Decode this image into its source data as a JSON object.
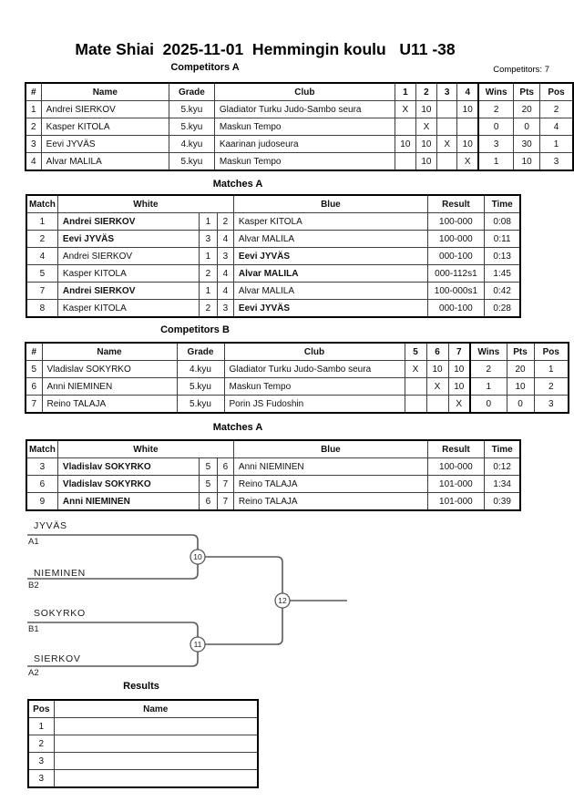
{
  "page_title": "Mate Shiai  2025-11-01  Hemmingin koulu   U11 -38",
  "competitors_count_label": "Competitors: 7",
  "colors": {
    "ink": "#000000",
    "bracket_line": "#5a5a5a"
  },
  "compA": {
    "title": "Competitors A",
    "columns": [
      "#",
      "Name",
      "Grade",
      "Club",
      "1",
      "2",
      "3",
      "4",
      "Wins",
      "Pts",
      "Pos"
    ],
    "rows": [
      {
        "num": "1",
        "name": "Andrei SIERKOV",
        "grade": "5.kyu",
        "club": "Gladiator Turku Judo-Sambo seura",
        "c1": "X",
        "c2": "10",
        "c3": "",
        "c4": "10",
        "wins": "2",
        "pts": "20",
        "pos": "2"
      },
      {
        "num": "2",
        "name": "Kasper KITOLA",
        "grade": "5.kyu",
        "club": "Maskun Tempo",
        "c1": "",
        "c2": "X",
        "c3": "",
        "c4": "",
        "wins": "0",
        "pts": "0",
        "pos": "4"
      },
      {
        "num": "3",
        "name": "Eevi JYVÄS",
        "grade": "4.kyu",
        "club": "Kaarinan judoseura",
        "c1": "10",
        "c2": "10",
        "c3": "X",
        "c4": "10",
        "wins": "3",
        "pts": "30",
        "pos": "1"
      },
      {
        "num": "4",
        "name": "Alvar MALILA",
        "grade": "5.kyu",
        "club": "Maskun Tempo",
        "c1": "",
        "c2": "10",
        "c3": "",
        "c4": "X",
        "wins": "1",
        "pts": "10",
        "pos": "3"
      }
    ]
  },
  "matchesA": {
    "title": "Matches A",
    "columns": [
      "Match",
      "White",
      "Blue",
      "Result",
      "Time"
    ],
    "rows": [
      {
        "match": "1",
        "white": "Andrei SIERKOV",
        "white_bold": true,
        "wn": "1",
        "bn": "2",
        "blue": "Kasper KITOLA",
        "blue_bold": false,
        "result": "100-000",
        "time": "0:08"
      },
      {
        "match": "2",
        "white": "Eevi JYVÄS",
        "white_bold": true,
        "wn": "3",
        "bn": "4",
        "blue": "Alvar MALILA",
        "blue_bold": false,
        "result": "100-000",
        "time": "0:11"
      },
      {
        "match": "4",
        "white": "Andrei SIERKOV",
        "white_bold": false,
        "wn": "1",
        "bn": "3",
        "blue": "Eevi JYVÄS",
        "blue_bold": true,
        "result": "000-100",
        "time": "0:13"
      },
      {
        "match": "5",
        "white": "Kasper KITOLA",
        "white_bold": false,
        "wn": "2",
        "bn": "4",
        "blue": "Alvar MALILA",
        "blue_bold": true,
        "result": "000-112s1",
        "time": "1:45"
      },
      {
        "match": "7",
        "white": "Andrei SIERKOV",
        "white_bold": true,
        "wn": "1",
        "bn": "4",
        "blue": "Alvar MALILA",
        "blue_bold": false,
        "result": "100-000s1",
        "time": "0:42"
      },
      {
        "match": "8",
        "white": "Kasper KITOLA",
        "white_bold": false,
        "wn": "2",
        "bn": "3",
        "blue": "Eevi JYVÄS",
        "blue_bold": true,
        "result": "000-100",
        "time": "0:28"
      }
    ]
  },
  "compB": {
    "title": "Competitors B",
    "columns": [
      "#",
      "Name",
      "Grade",
      "Club",
      "5",
      "6",
      "7",
      "Wins",
      "Pts",
      "Pos"
    ],
    "rows": [
      {
        "num": "5",
        "name": "Vladislav SOKYRKO",
        "grade": "4.kyu",
        "club": "Gladiator Turku Judo-Sambo seura",
        "c1": "X",
        "c2": "10",
        "c3": "10",
        "wins": "2",
        "pts": "20",
        "pos": "1"
      },
      {
        "num": "6",
        "name": "Anni NIEMINEN",
        "grade": "5.kyu",
        "club": "Maskun Tempo",
        "c1": "",
        "c2": "X",
        "c3": "10",
        "wins": "1",
        "pts": "10",
        "pos": "2"
      },
      {
        "num": "7",
        "name": "Reino TALAJA",
        "grade": "5.kyu",
        "club": "Porin JS Fudoshin",
        "c1": "",
        "c2": "",
        "c3": "X",
        "wins": "0",
        "pts": "0",
        "pos": "3"
      }
    ]
  },
  "matchesB": {
    "title": "Matches A",
    "columns": [
      "Match",
      "White",
      "Blue",
      "Result",
      "Time"
    ],
    "rows": [
      {
        "match": "3",
        "white": "Vladislav SOKYRKO",
        "white_bold": true,
        "wn": "5",
        "bn": "6",
        "blue": "Anni NIEMINEN",
        "blue_bold": false,
        "result": "100-000",
        "time": "0:12"
      },
      {
        "match": "6",
        "white": "Vladislav SOKYRKO",
        "white_bold": true,
        "wn": "5",
        "bn": "7",
        "blue": "Reino TALAJA",
        "blue_bold": false,
        "result": "101-000",
        "time": "1:34"
      },
      {
        "match": "9",
        "white": "Anni NIEMINEN",
        "white_bold": true,
        "wn": "6",
        "bn": "7",
        "blue": "Reino TALAJA",
        "blue_bold": false,
        "result": "101-000",
        "time": "0:39"
      }
    ]
  },
  "bracket": {
    "slots": [
      {
        "name": "JYVÄS",
        "seed": "A1"
      },
      {
        "name": "NIEMINEN",
        "seed": "B2"
      },
      {
        "name": "SOKYRKO",
        "seed": "B1"
      },
      {
        "name": "SIERKOV",
        "seed": "A2"
      }
    ],
    "match_numbers": [
      "10",
      "11",
      "12"
    ]
  },
  "results": {
    "title": "Results",
    "columns": [
      "Pos",
      "Name"
    ],
    "rows": [
      {
        "pos": "1",
        "name": ""
      },
      {
        "pos": "2",
        "name": ""
      },
      {
        "pos": "3",
        "name": ""
      },
      {
        "pos": "3",
        "name": ""
      }
    ]
  }
}
